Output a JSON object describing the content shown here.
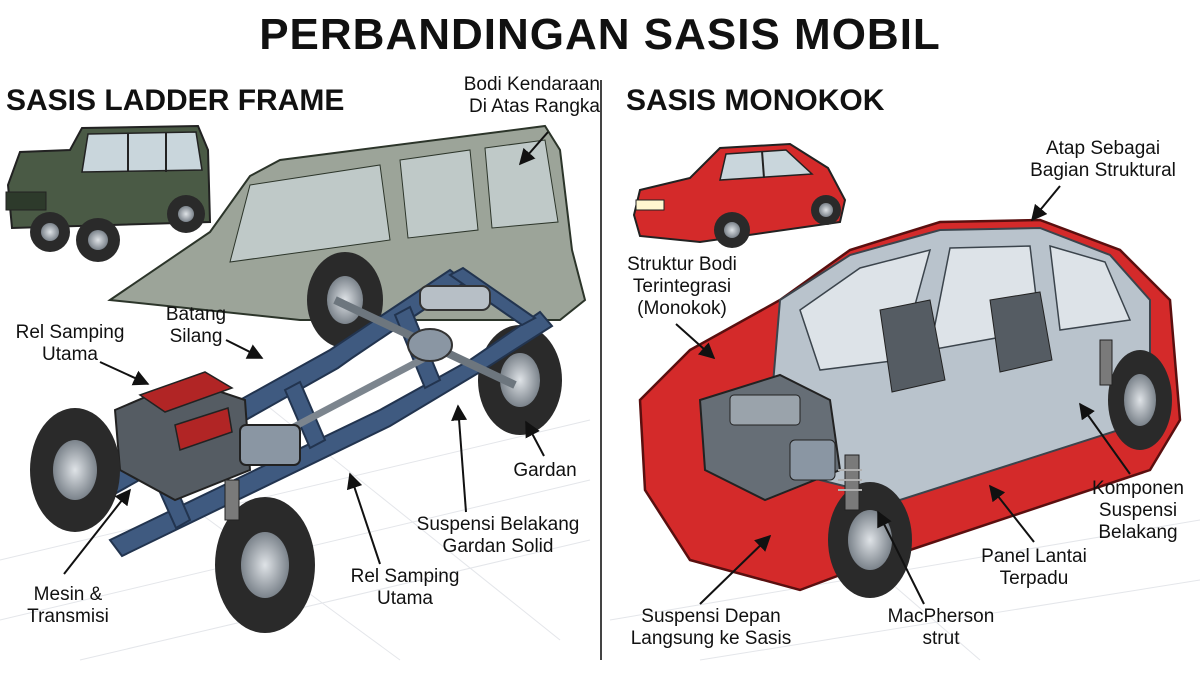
{
  "title": "PERBANDINGAN SASIS MOBIL",
  "left": {
    "heading": "SASIS LADDER FRAME",
    "labels": {
      "body_on_frame": [
        "Bodi Kendaraan",
        "Di Atas Rangka"
      ],
      "main_rail_top": [
        "Rel Samping",
        "Utama"
      ],
      "cross_member": [
        "Batang",
        "Silang"
      ],
      "differential": [
        "Gardan"
      ],
      "rear_suspension": [
        "Suspensi Belakang",
        "Gardan Solid"
      ],
      "main_rail_bottom": [
        "Rel Samping",
        "Utama"
      ],
      "engine": [
        "Mesin &",
        "Transmisi"
      ]
    }
  },
  "right": {
    "heading": "SASIS MONOKOK",
    "labels": {
      "roof": [
        "Atap Sebagai",
        "Bagian Struktural"
      ],
      "integrated_body": [
        "Struktur Bodi",
        "Terintegrasi",
        "(Monokok)"
      ],
      "rear_suspension": [
        "Komponen",
        "Suspensi",
        "Belakang"
      ],
      "floor_panel": [
        "Panel Lantai",
        "Terpadu"
      ],
      "front_suspension": [
        "Suspensi Depan",
        "Langsung ke Sasis"
      ],
      "macpherson": [
        "MacPherson",
        "strut"
      ]
    }
  },
  "colors": {
    "suv_body": "#4a5a45",
    "frame": "#3f5a80",
    "hatch_body": "#d42a2a",
    "steel": "#8a96a3",
    "tire": "#2a2a2a",
    "text": "#111111"
  }
}
